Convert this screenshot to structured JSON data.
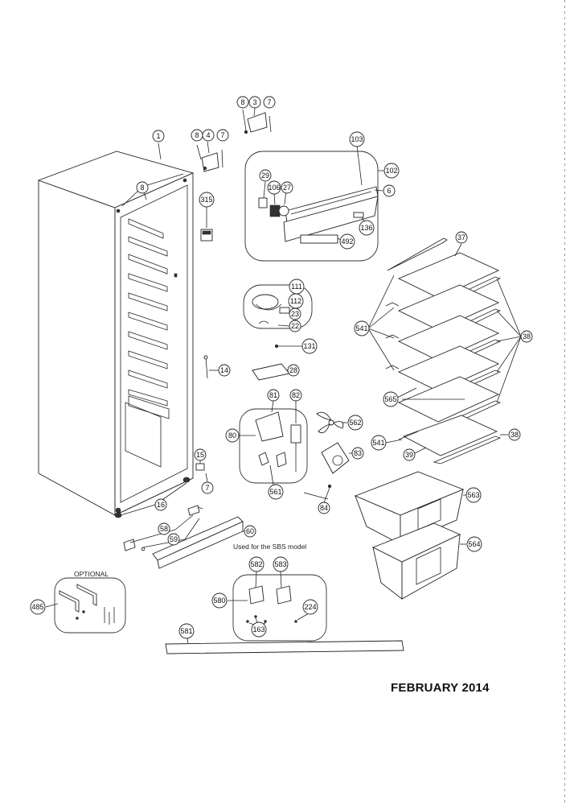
{
  "date_label": "FEBRUARY 2014",
  "sbs_note": "Used for the SBS model",
  "optional_label": "OPTIONAL",
  "callouts": {
    "c1": "1",
    "c8a": "8",
    "c8b": "8",
    "c8c": "8",
    "c3": "3",
    "c7a": "7",
    "c4": "4",
    "c7b": "7",
    "c315": "315",
    "c103": "103",
    "c102": "102",
    "c6": "6",
    "c29": "29",
    "c106": "106",
    "c27": "27",
    "c136": "136",
    "c492": "492",
    "c111": "111",
    "c112": "112",
    "c23": "23",
    "c22": "22",
    "c131": "131",
    "c14": "14",
    "c28": "28",
    "c81": "81",
    "c82": "82",
    "c80": "80",
    "c562": "562",
    "c83": "83",
    "c561": "561",
    "c84": "84",
    "c15": "15",
    "c7c": "7",
    "c16": "16",
    "c58": "58",
    "c59": "59",
    "c60": "60",
    "c37": "37",
    "c541a": "541",
    "c38a": "38",
    "c565": "565",
    "c541b": "541",
    "c38b": "38",
    "c39": "39",
    "c563": "563",
    "c564": "564",
    "c582": "582",
    "c583": "583",
    "c580": "580",
    "c224": "224",
    "c163": "163",
    "c485": "485",
    "c581": "581"
  }
}
